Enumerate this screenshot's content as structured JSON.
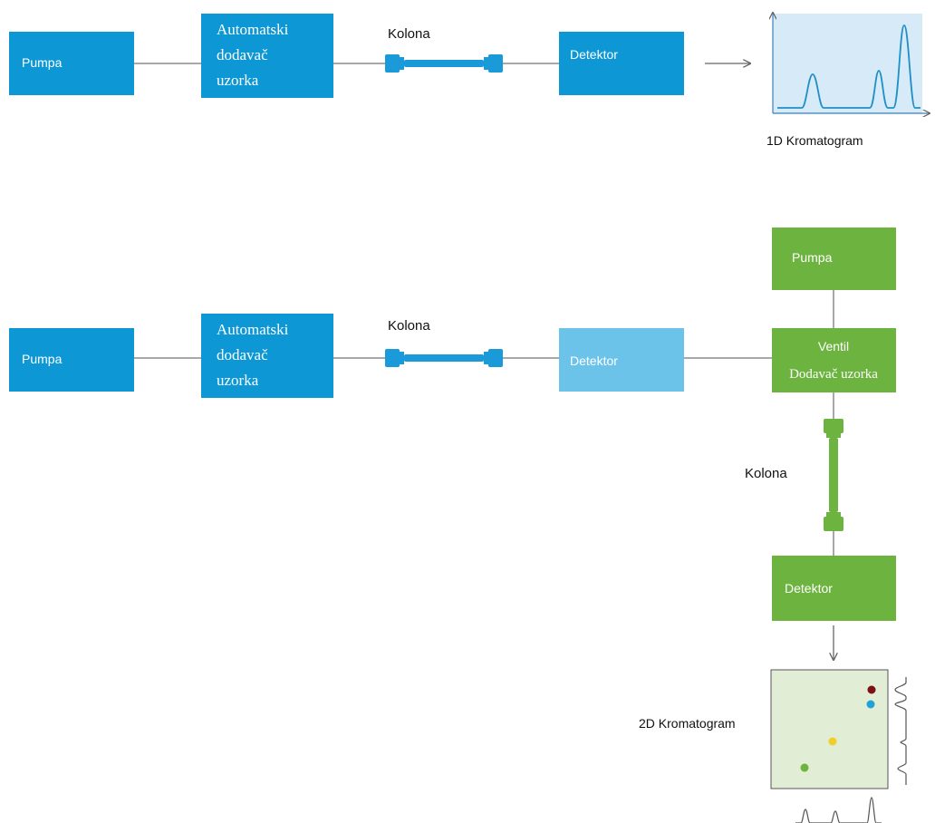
{
  "top": {
    "pump_label": "Pumpa",
    "autosampler_lines": [
      "Automatski",
      "dodavač",
      "uzorka"
    ],
    "column_label": "Kolona",
    "detector_label": "Detektor",
    "chromatogram_label": "1D Kromatogram"
  },
  "bottom": {
    "pump_label": "Pumpa",
    "autosampler_lines": [
      "Automatski",
      "dodavač",
      "uzorka"
    ],
    "column_label": "Kolona",
    "detector_label": "Detektor",
    "pump2_label": "Pumpa",
    "valve_label": "Ventil",
    "valve_sub_label": "Dodavač uzorka",
    "column2_label": "Kolona",
    "detector2_label": "Detektor",
    "chromatogram_label": "2D Kromatogram"
  },
  "colors": {
    "blue_box": "#0D97D5",
    "light_blue_box": "#6CC3EA",
    "green_box": "#6DB33F",
    "column_blue": "#1A9AD8",
    "column_green": "#6DB33F",
    "line": "#8c8c8c",
    "plot1d_bg": "#D6EAF7",
    "plot2d_bg": "#E1EDD4"
  }
}
